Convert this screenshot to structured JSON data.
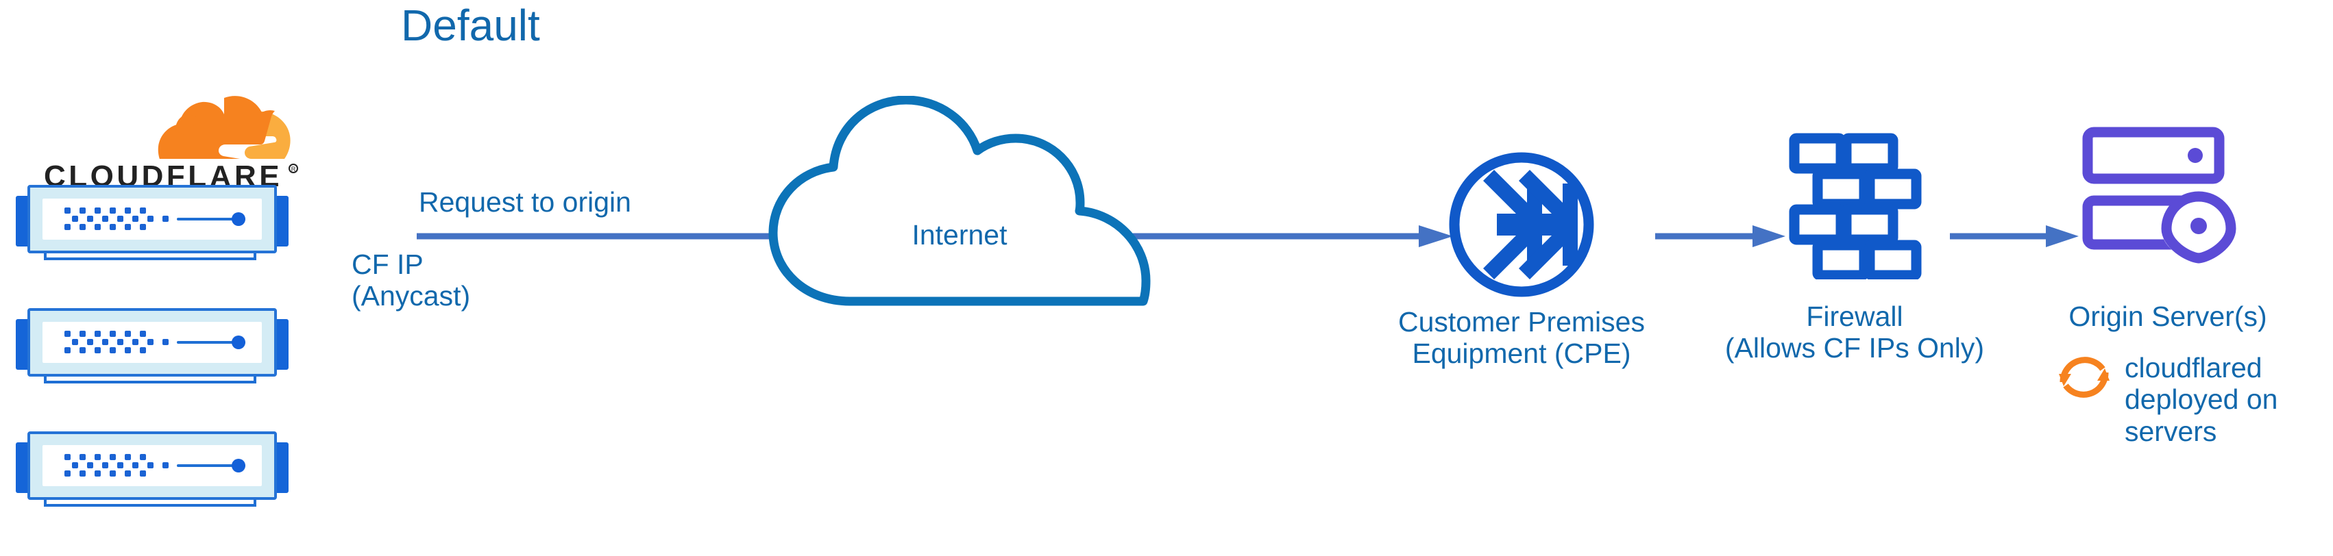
{
  "title": "Default",
  "brand": {
    "logo_wordmark": "CLOUDFLARE",
    "logo_icon": "cloudflare-cloud-icon",
    "orange": "#f6821f",
    "orange_light": "#faad3f",
    "wordmark_color": "#222222"
  },
  "colors": {
    "text_blue": "#1168ac",
    "icon_blue": "#1059c9",
    "cloud_outline": "#0c73b8",
    "arrow_blue": "#4472c4",
    "origin_purple": "#5b4bd6",
    "server_shell": "#d4ecf5",
    "server_border": "#2573d6",
    "server_tab": "#1565d8",
    "background": "#ffffff"
  },
  "edge": {
    "request_label": "Request to origin",
    "cf_ip_label": "CF IP\n(Anycast)",
    "cf_ip_line1": "CF IP",
    "cf_ip_line2": "(Anycast)"
  },
  "cloud": {
    "label": "Internet",
    "icon": "cloud-outline-icon"
  },
  "servers": {
    "count": 3,
    "icon": "server-rack-icon"
  },
  "nodes": [
    {
      "id": "cpe",
      "icon": "router-icon",
      "caption_line1": "Customer Premises",
      "caption_line2": "Equipment (CPE)"
    },
    {
      "id": "firewall",
      "icon": "brick-wall-icon",
      "caption_line1": "Firewall",
      "caption_line2": "(Allows CF IPs Only)"
    },
    {
      "id": "origin",
      "icon": "origin-server-pin-icon",
      "caption_line1": "Origin Server(s)",
      "caption_line2": ""
    }
  ],
  "note": {
    "icon": "sync-refresh-icon",
    "line1": "cloudflared",
    "line2": "deployed on",
    "line3": "servers"
  }
}
